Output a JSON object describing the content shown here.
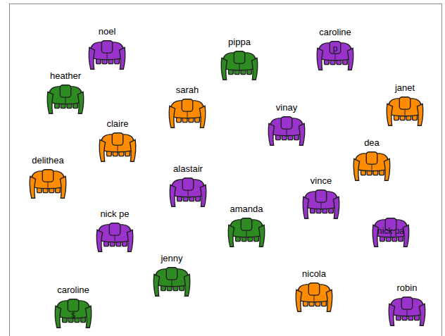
{
  "diagram": {
    "nodes": [
      {
        "text": [
          "noel"
        ]
      },
      {
        "text": [
          "pippa"
        ]
      },
      {
        "text": [
          "caroline",
          "p"
        ]
      },
      {
        "text": [
          "heather"
        ]
      },
      {
        "text": [
          "sarah"
        ]
      },
      {
        "text": [
          "janet"
        ]
      },
      {
        "text": [
          "vinay"
        ]
      },
      {
        "text": [
          "claire"
        ]
      },
      {
        "text": [
          "dea"
        ]
      },
      {
        "text": [
          "delithea"
        ]
      },
      {
        "text": [
          "alastair"
        ]
      },
      {
        "text": [
          "vince"
        ]
      },
      {
        "text": [
          "nick pe"
        ]
      },
      {
        "text": [
          "amanda"
        ]
      },
      {
        "text": [
          "nick pa"
        ]
      },
      {
        "text": [
          "jenny"
        ]
      },
      {
        "text": [
          "nicola"
        ]
      },
      {
        "text": [
          "robin"
        ]
      },
      {
        "text": [
          "caroline",
          "s"
        ]
      }
    ]
  }
}
